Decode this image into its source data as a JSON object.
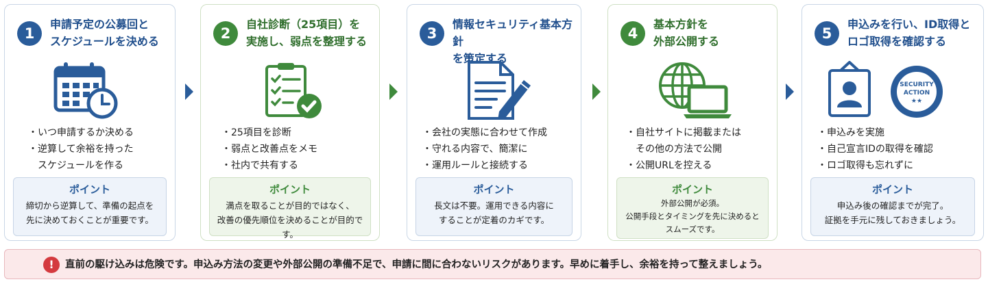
{
  "steps": [
    {
      "num": "1",
      "title": "申請予定の公募回と\nスケジュールを決める",
      "icon": "calendar-clock-icon",
      "bullets": [
        "・いつ申請するか決める",
        "・逆算して余裕を持った\n　スケジュールを作る"
      ],
      "point_title": "ポイント",
      "point_text": "締切から逆算して、準備の起点を\n先に決めておくことが重要です。"
    },
    {
      "num": "2",
      "title": "自社診断（25項目）を\n実施し、弱点を整理する",
      "icon": "checklist-icon",
      "bullets": [
        "・25項目を診断",
        "・弱点と改善点をメモ",
        "・社内で共有する"
      ],
      "point_title": "ポイント",
      "point_text": "満点を取ることが目的ではなく、\n改善の優先順位を決めることが目的です。"
    },
    {
      "num": "3",
      "title": "情報セキュリティ基本方針\nを策定する",
      "icon": "document-pen-icon",
      "bullets": [
        "・会社の実態に合わせて作成",
        "・守れる内容で、簡潔に",
        "・運用ルールと接続する"
      ],
      "point_title": "ポイント",
      "point_text": "長文は不要。運用できる内容に\nすることが定着のカギです。"
    },
    {
      "num": "4",
      "title": "基本方針を\n外部公開する",
      "icon": "globe-laptop-icon",
      "bullets": [
        "・自社サイトに掲載または\n　その他の方法で公開",
        "・公開URLを控える"
      ],
      "point_title": "ポイント",
      "point_text": "外部公開が必須。\n公開手段とタイミングを先に決めると\nスムーズです。"
    },
    {
      "num": "5",
      "title": "申込みを行い、ID取得と\nロゴ取得を確認する",
      "icon": "id-badge-icon",
      "badge_text": [
        "SECURITY",
        "ACTION",
        "★★"
      ],
      "bullets": [
        "・申込みを実施",
        "・自己宣言IDの取得を確認",
        "・ロゴ取得も忘れずに"
      ],
      "point_title": "ポイント",
      "point_text": "申込み後の確認までが完了。\n証拠を手元に残しておきましょう。"
    }
  ],
  "warning": {
    "icon": "!",
    "text": "直前の駆け込みは危険です。申込み方法の変更や外部公開の準備不足で、申請に間に合わないリスクがあります。早めに着手し、余裕を持って整えましょう。"
  },
  "colors": {
    "blue": "#2a5c9a",
    "green": "#3f8a3c",
    "warn_red": "#d43a3f",
    "warn_bg": "#fbe9ea"
  }
}
